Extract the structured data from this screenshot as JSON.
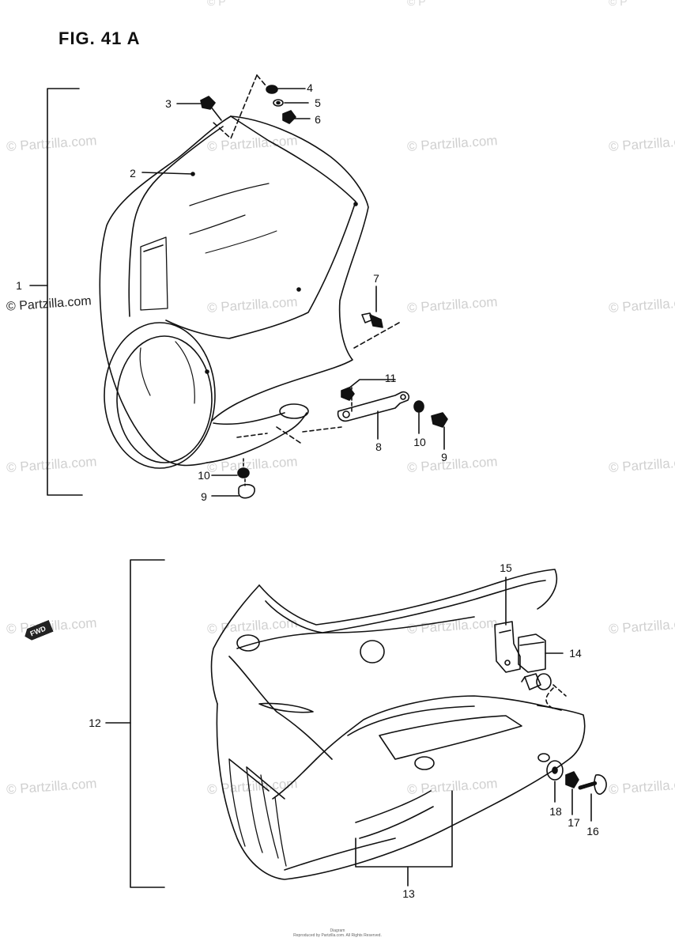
{
  "figure": {
    "title": "FIG. 41 A",
    "forward_label": "FWD"
  },
  "callouts": [
    {
      "id": "c1",
      "label": "1"
    },
    {
      "id": "c2",
      "label": "2"
    },
    {
      "id": "c3",
      "label": "3"
    },
    {
      "id": "c4",
      "label": "4"
    },
    {
      "id": "c5",
      "label": "5"
    },
    {
      "id": "c6",
      "label": "6"
    },
    {
      "id": "c7",
      "label": "7"
    },
    {
      "id": "c8",
      "label": "8"
    },
    {
      "id": "c9a",
      "label": "9"
    },
    {
      "id": "c9b",
      "label": "9"
    },
    {
      "id": "c10a",
      "label": "10"
    },
    {
      "id": "c10b",
      "label": "10"
    },
    {
      "id": "c11",
      "label": "11"
    },
    {
      "id": "c12",
      "label": "12"
    },
    {
      "id": "c13",
      "label": "13"
    },
    {
      "id": "c14",
      "label": "14"
    },
    {
      "id": "c15",
      "label": "15"
    },
    {
      "id": "c16",
      "label": "16"
    },
    {
      "id": "c17",
      "label": "17"
    },
    {
      "id": "c18",
      "label": "18"
    }
  ],
  "watermark": {
    "text": "© Partzilla.com",
    "top_fragment": "© P"
  },
  "footer": {
    "line1": "Diagram",
    "line2": "Reproduced by Partzilla.com. All Rights Reserved."
  }
}
